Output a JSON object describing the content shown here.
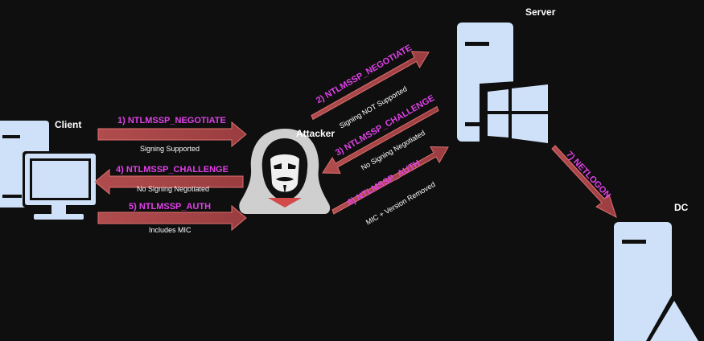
{
  "nodes": {
    "client": "Client",
    "attacker": "Attacker",
    "server": "Server",
    "dc": "DC"
  },
  "messages": [
    {
      "label": "1) NTLMSSP_NEGOTIATE",
      "note": "Signing Supported"
    },
    {
      "label": "2) NTLMSSP_NEGOTIATE",
      "note": "Signing NOT Supported"
    },
    {
      "label": "3) NTLMSSP_CHALLENGE",
      "note": "No Signing Negotiated"
    },
    {
      "label": "4) NTLMSSP_CHALLENGE",
      "note": "No Signing Negotiated"
    },
    {
      "label": "5) NTLMSSP_AUTH",
      "note": "Includes MIC"
    },
    {
      "label": "6) NTLMSSP_AUTH",
      "note": "MIC + Version Removed"
    },
    {
      "label": "7) NETLOGON",
      "note": ""
    }
  ],
  "colors": {
    "background": "#0f0f0f",
    "device": "#cfe1f8",
    "arrow_fill": "#a8484a",
    "arrow_edge": "#e07070",
    "step_text": "#e040e8",
    "note_text": "#ffffff"
  }
}
